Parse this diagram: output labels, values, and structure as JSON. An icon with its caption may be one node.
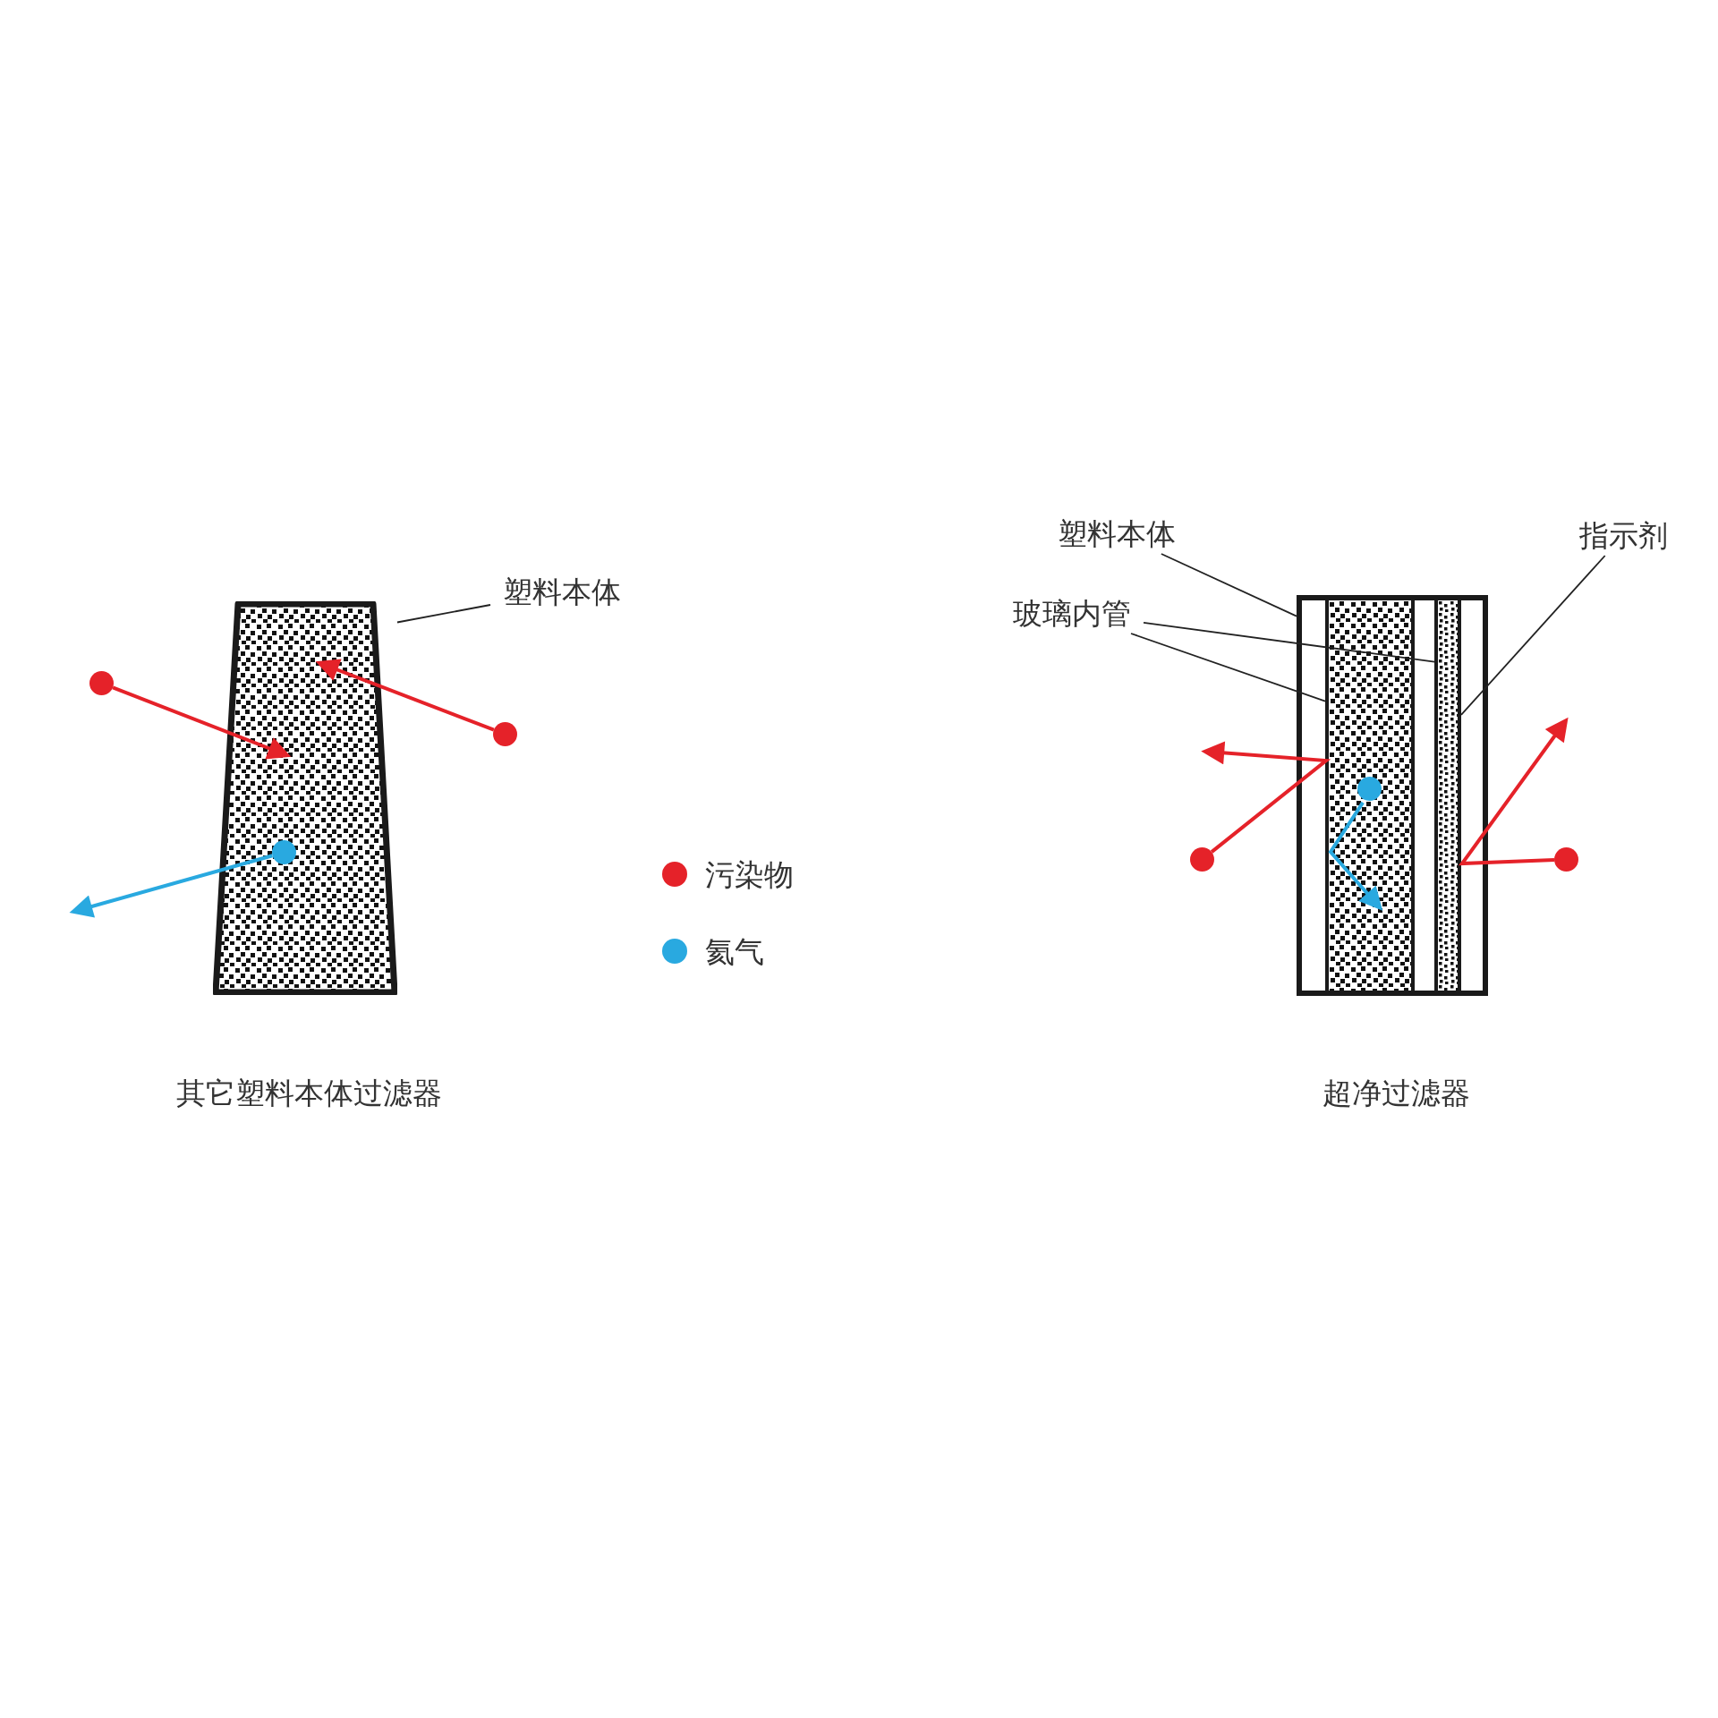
{
  "diagram": {
    "nodes": [
      {
        "text": [],
        "shape": "trapezoid",
        "beside": [
          "其它塑料本体过滤器"
        ]
      },
      {
        "text": [
          "塑料本体"
        ]
      },
      {
        "text": [],
        "shape": "circle"
      },
      {
        "text": [],
        "shape": "circle"
      },
      {
        "text": [],
        "shape": "circle",
        "in": 0
      },
      {
        "text": [],
        "shape": "box",
        "beside": [
          "超净过滤器"
        ]
      },
      {
        "text": [],
        "shape": "bar",
        "in": 5
      },
      {
        "text": [],
        "shape": "bar",
        "in": 5
      },
      {
        "text": [
          "塑料本体"
        ]
      },
      {
        "text": [
          "玻璃内管"
        ]
      },
      {
        "text": [
          "指示剂"
        ]
      },
      {
        "text": [],
        "shape": "circle"
      },
      {
        "text": [],
        "shape": "circle"
      },
      {
        "text": [],
        "shape": "circle",
        "in": 6
      }
    ],
    "edges": [
      {
        "from": 1,
        "to": 0,
        "arrow": "none"
      },
      {
        "from": 2,
        "to": null,
        "arrow": "to",
        "color": "#e52229"
      },
      {
        "from": 3,
        "to": null,
        "arrow": "to",
        "color": "#e52229"
      },
      {
        "from": 4,
        "to": null,
        "arrow": "to",
        "color": "#29a9e0"
      },
      {
        "from": 8,
        "to": 5,
        "arrow": "none"
      },
      {
        "from": 9,
        "to": 6,
        "arrow": "none"
      },
      {
        "from": 9,
        "to": 7,
        "arrow": "none"
      },
      {
        "from": 10,
        "to": 7,
        "arrow": "none"
      },
      {
        "from": 11,
        "to": null,
        "arrow": "to",
        "color": "#e52229"
      },
      {
        "from": 12,
        "to": null,
        "arrow": "to",
        "color": "#e52229"
      },
      {
        "from": 13,
        "to": null,
        "arrow": "to",
        "color": "#29a9e0"
      }
    ],
    "legend": [
      {
        "text": "污染物",
        "color": "#e52229"
      },
      {
        "text": "氦气",
        "color": "#29a9e0"
      }
    ]
  }
}
